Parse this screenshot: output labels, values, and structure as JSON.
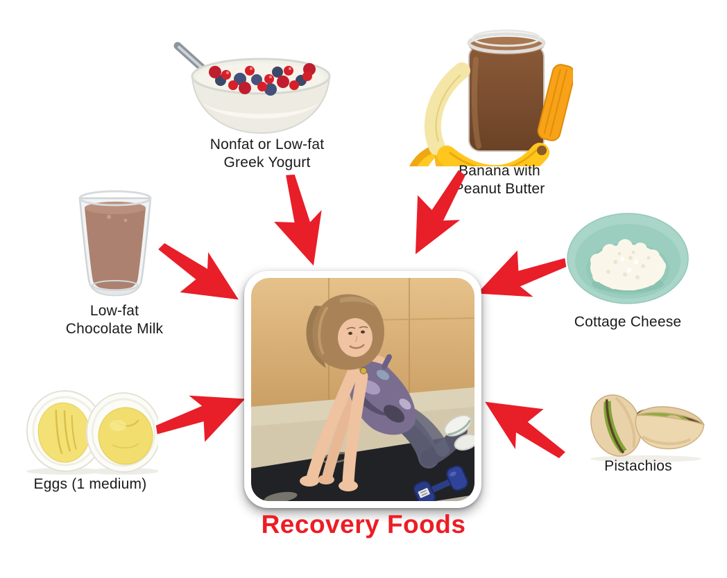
{
  "title": {
    "text": "Recovery Foods"
  },
  "colors": {
    "arrow_red": "#E81E28",
    "title_red": "#ED1C24",
    "label_text": "#1A1A1A",
    "background": "#FFFFFF"
  },
  "foods": [
    {
      "name": "greek-yogurt",
      "lines": [
        "Nonfat or Low-fat",
        "Greek Yogurt"
      ]
    },
    {
      "name": "banana-peanut-butter",
      "lines": [
        "Banana with",
        "Peanut Butter"
      ]
    },
    {
      "name": "chocolate-milk",
      "lines": [
        "Low-fat",
        "Chocolate Milk"
      ]
    },
    {
      "name": "cottage-cheese",
      "lines": [
        "Cottage Cheese"
      ]
    },
    {
      "name": "eggs",
      "lines": [
        "Eggs (1 medium)"
      ]
    },
    {
      "name": "pistachios",
      "lines": [
        "Pistachios"
      ]
    }
  ],
  "center": {
    "description": "Woman doing knee push-ups on a black exercise mat with a blue dumbbell"
  }
}
